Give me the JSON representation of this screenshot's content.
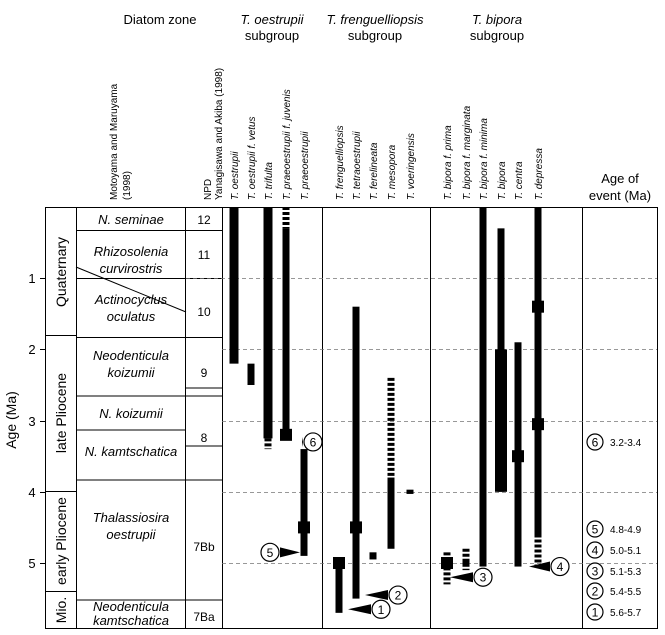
{
  "headers": {
    "diatom_zone": "Diatom zone",
    "group1": [
      "T. oestrupii",
      "subgroup"
    ],
    "group2": [
      "T. frenguelliopsis",
      "subgroup"
    ],
    "group3": [
      "T. bipora",
      "subgroup"
    ]
  },
  "left_columns": {
    "motoyama": [
      "Motoyama and Maruyama",
      "(1998)"
    ],
    "npd": [
      "NPD",
      "Yanagisawa and Akiba (1998)"
    ]
  },
  "age_of_event_title": [
    "Age of",
    "event (Ma)"
  ],
  "y_axis": {
    "label": "Age (Ma)",
    "ticks": [
      "1",
      "2",
      "3",
      "4",
      "5"
    ]
  },
  "epochs": {
    "quaternary": "Quaternary",
    "late_pliocene": "late Pliocene",
    "early_pliocene": "early Pliocene",
    "miocene": "Mio."
  },
  "zones": {
    "n_seminae": "N. seminae",
    "rhizosolenia": [
      "Rhizosolenia",
      "curvirostris"
    ],
    "actinocyclus": [
      "Actinocyclus",
      "oculatus"
    ],
    "neodenticula_koizumii": [
      "Neodenticula",
      "koizumii"
    ],
    "n_koizumii": "N. koizumii",
    "n_kamtschatica": "N. kamtschatica",
    "thalassiosira": [
      "Thalassiosira",
      "oestrupii"
    ],
    "neodenticula_kamtschatica": [
      "Neodenticula",
      "kamtschatica"
    ]
  },
  "npd_codes": [
    "12",
    "11",
    "10",
    "9",
    "8",
    "7Bb",
    "7Ba"
  ],
  "events": [
    {
      "num": "6",
      "age": "3.2-3.4"
    },
    {
      "num": "5",
      "age": "4.8-4.9"
    },
    {
      "num": "4",
      "age": "5.0-5.1"
    },
    {
      "num": "3",
      "age": "5.1-5.3"
    },
    {
      "num": "2",
      "age": "5.4-5.5"
    },
    {
      "num": "1",
      "age": "5.6-5.7"
    }
  ],
  "chart_data": {
    "type": "range-chart",
    "ylabel": "Age (Ma)",
    "ylim": [
      0,
      5.85
    ],
    "y_inverted": true,
    "grid": "dashed horizontal lines at 1, 2, 3, 4, 5 Ma",
    "species": [
      {
        "name": "T. oestrupii",
        "group": "T. oestrupii",
        "thick": [
          0,
          2.2
        ]
      },
      {
        "name": "T. oestrupii f. vetus",
        "group": "T. oestrupii",
        "thick": [
          2.2,
          2.5
        ]
      },
      {
        "name": "T. trifulta",
        "group": "T. oestrupii",
        "thick": [
          0,
          3.25
        ],
        "dashed": [
          3.25,
          3.4
        ]
      },
      {
        "name": "T. praeoestrupii f. juvenis",
        "group": "T. oestrupii",
        "dashed_top": [
          0,
          0.3
        ],
        "thick": [
          0.3,
          3.25
        ],
        "box": 3.2
      },
      {
        "name": "T. praeoestrupii",
        "group": "T. oestrupii",
        "thick": [
          3.4,
          4.9
        ],
        "box": 4.5
      },
      {
        "name": "T. frenguelliopsis",
        "group": "T. frenguelliopsis",
        "thick": [
          5.0,
          5.7
        ],
        "box": 5.0
      },
      {
        "name": "T. tetraoestrupii",
        "group": "T. frenguelliopsis",
        "thick": [
          1.4,
          5.5
        ],
        "box": 4.5
      },
      {
        "name": "T. ferelineata",
        "group": "T. frenguelliopsis",
        "thick": [
          4.85,
          4.95
        ]
      },
      {
        "name": "T. mesopora",
        "group": "T. frenguelliopsis",
        "dashed_top": [
          2.4,
          3.8
        ],
        "thick": [
          3.8,
          4.8
        ]
      },
      {
        "name": "T. voeringensis",
        "group": "T. frenguelliopsis",
        "thick": [
          3.97,
          4.03
        ]
      },
      {
        "name": "T. bipora f. prima",
        "group": "T. bipora",
        "thick": [
          5.0,
          5.1
        ],
        "dashed": [
          4.85,
          5.3
        ],
        "box": 5.0
      },
      {
        "name": "T. bipora f. marginata",
        "group": "T. bipora",
        "thick": [
          4.95,
          5.05
        ],
        "dashed": [
          4.8,
          5.1
        ]
      },
      {
        "name": "T. bipora f. minima",
        "group": "T. bipora",
        "thick": [
          0,
          5.05
        ]
      },
      {
        "name": "T. bipora",
        "group": "T. bipora",
        "thick": [
          0.3,
          4.0
        ],
        "extra_thick": [
          2.0,
          4.0
        ]
      },
      {
        "name": "T. centra",
        "group": "T. bipora",
        "thick": [
          1.9,
          5.05
        ],
        "box": 3.5
      },
      {
        "name": "T. depressa",
        "group": "T. bipora",
        "thick": [
          0,
          4.6
        ],
        "dashed": [
          4.6,
          5.05
        ],
        "box_values": [
          1.4,
          3.05
        ]
      }
    ],
    "events": [
      {
        "id": 6,
        "age_ma": [
          3.2,
          3.4
        ]
      },
      {
        "id": 5,
        "age_ma": [
          4.8,
          4.9
        ]
      },
      {
        "id": 4,
        "age_ma": [
          5.0,
          5.1
        ]
      },
      {
        "id": 3,
        "age_ma": [
          5.1,
          5.3
        ]
      },
      {
        "id": 2,
        "age_ma": [
          5.4,
          5.5
        ]
      },
      {
        "id": 1,
        "age_ma": [
          5.6,
          5.7
        ]
      }
    ]
  }
}
